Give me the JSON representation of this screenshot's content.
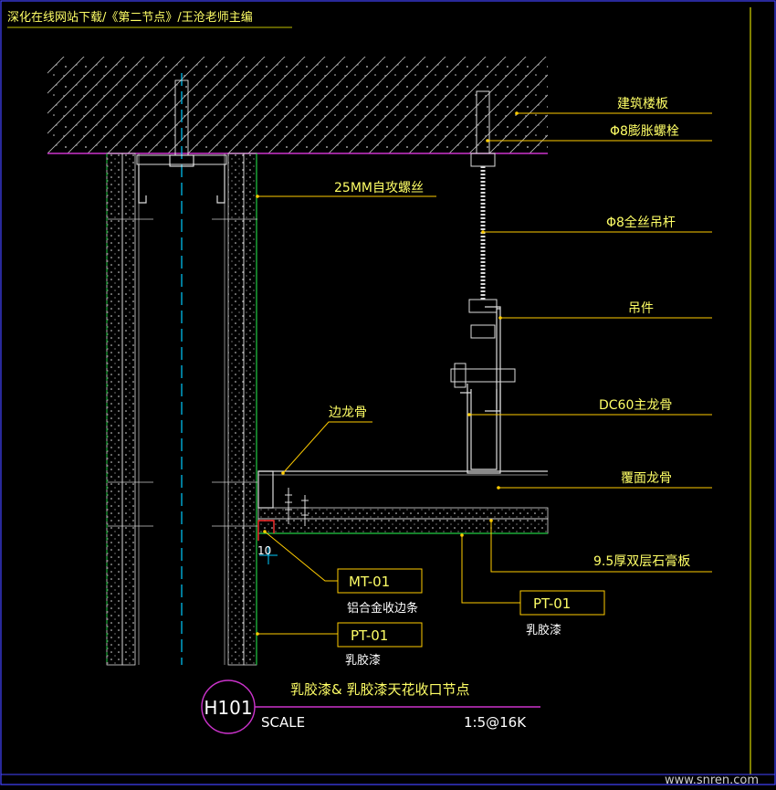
{
  "header": {
    "title": "深化在线网站下载/《第二节点》/王沧老师主编"
  },
  "labels": {
    "floor_slab": "建筑楼板",
    "expansion_bolt": "Φ8膨胀螺栓",
    "self_tap_screw": "25MM自攻螺丝",
    "threaded_rod": "Φ8全丝吊杆",
    "hanger": "吊件",
    "main_keel": "DC60主龙骨",
    "edge_keel": "边龙骨",
    "cover_keel": "覆面龙骨",
    "gypsum_board": "9.5厚双层石膏板",
    "dim_10": "10"
  },
  "tags": {
    "mt01": {
      "code": "MT-01",
      "desc": "铝合金收边条"
    },
    "pt01_wall": {
      "code": "PT-01",
      "desc": "乳胶漆"
    },
    "pt01_ceiling": {
      "code": "PT-01",
      "desc": "乳胶漆"
    }
  },
  "title_block": {
    "id": "H101",
    "title": "乳胶漆& 乳胶漆天花收口节点",
    "scale_label": "SCALE",
    "scale_value": "1:5@16K"
  },
  "watermark": "www.snren.com",
  "colors": {
    "background": "#000000",
    "leader_yellow": "#ffcc00",
    "label_yellow": "#ffff66",
    "magenta": "#cc33cc",
    "green": "#22cc44",
    "cyan": "#00ccff",
    "frame_blue": "#4444ff"
  }
}
